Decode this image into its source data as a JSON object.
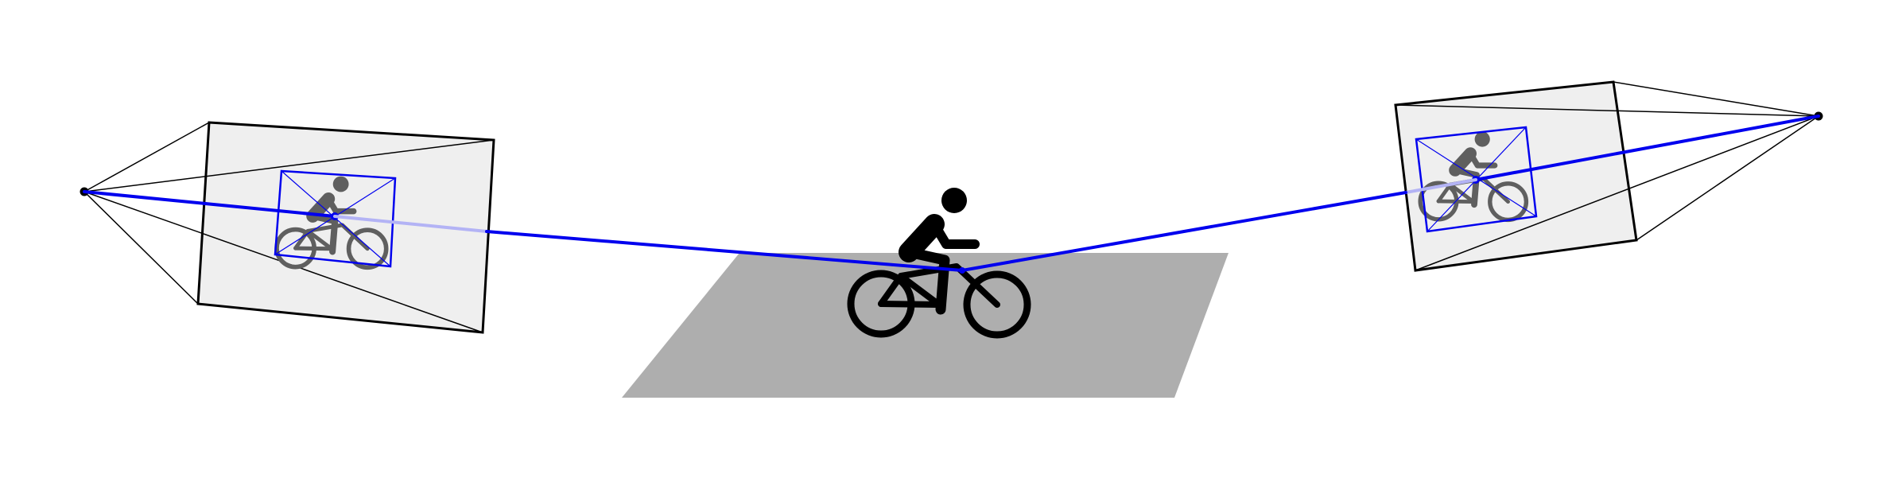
{
  "colors": {
    "background": "#ffffff",
    "ground_plane": "#aeaeae",
    "image_plane_fill": "#efefef",
    "image_plane_border": "#000000",
    "frustum_line": "#000000",
    "camera_center": "#000000",
    "bounding_box": "#0000ee",
    "ray": "#0000ee",
    "ray_occluded": "#b3b3f5",
    "cyclist_world": "#000000",
    "cyclist_projected": "#5f5f5f"
  },
  "icons": {
    "world_object": "cyclist-icon",
    "projected_object": "cyclist-icon",
    "camera": "camera-center-icon"
  },
  "elements": {
    "cameras": [
      "left-camera",
      "right-camera"
    ],
    "ground": "ground-plane",
    "target": "cyclist"
  }
}
